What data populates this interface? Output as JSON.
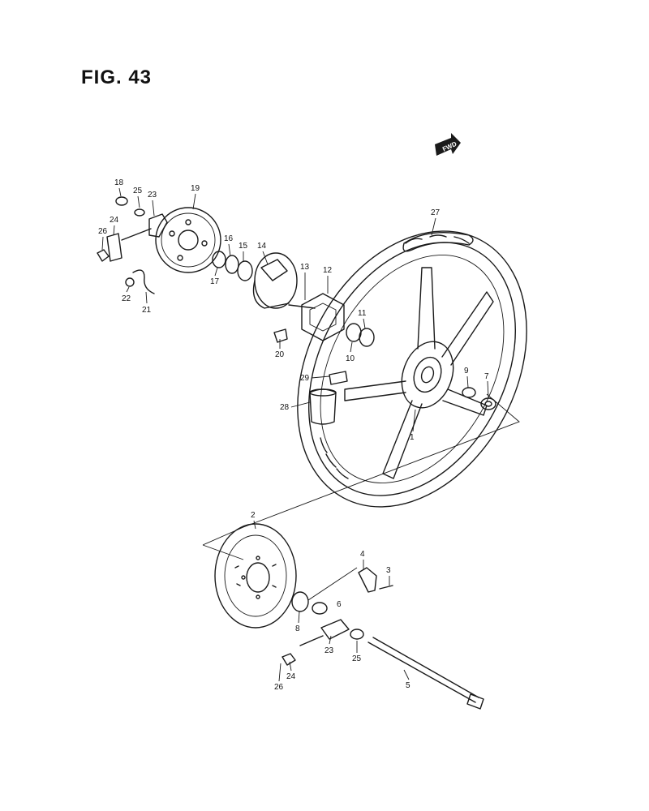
{
  "figure": {
    "title": "FIG. 43",
    "direction_label": "FWD"
  },
  "part_labels": [
    "1",
    "2",
    "3",
    "4",
    "5",
    "6",
    "7",
    "8",
    "9",
    "10",
    "11",
    "12",
    "13",
    "14",
    "15",
    "16",
    "17",
    "18",
    "19",
    "20",
    "21",
    "22",
    "23",
    "23",
    "24",
    "24",
    "25",
    "25",
    "26",
    "26",
    "27",
    "28",
    "29"
  ]
}
